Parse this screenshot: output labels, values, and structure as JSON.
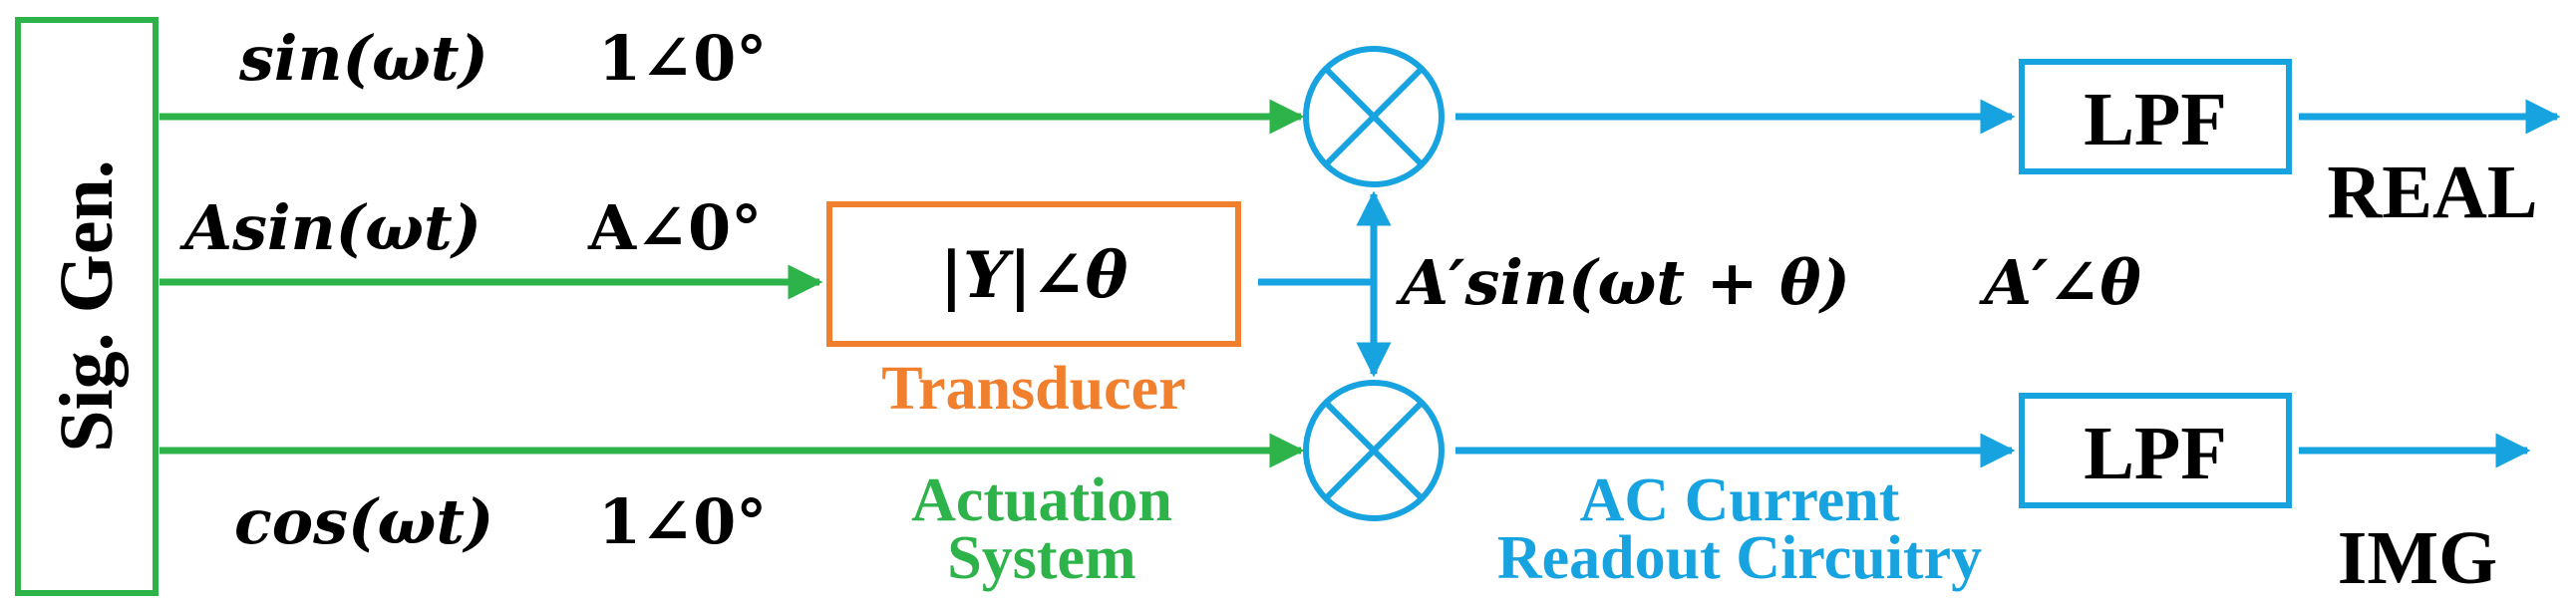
{
  "colors": {
    "green": "#2db34a",
    "blue": "#17a3df",
    "orange": "#f07f2e",
    "black": "#000000"
  },
  "blocks": {
    "sig_gen": "Sig. Gen.",
    "transducer": "|Y|∠θ",
    "lpf_top": "LPF",
    "lpf_bottom": "LPF"
  },
  "signals": {
    "top_time": "sin(ωt)",
    "top_phasor": "1∠0°",
    "mid_time": "Asin(ωt)",
    "mid_phasor": "A∠0°",
    "bottom_time": "cos(ωt)",
    "bottom_phasor": "1∠0°",
    "response_time": "A′sin(ωt + θ)",
    "response_phasor": "A′∠θ"
  },
  "captions": {
    "transducer": "Transducer",
    "actuation_line1": "Actuation",
    "actuation_line2": "System",
    "readout_line1": "AC Current",
    "readout_line2": "Readout Circuitry"
  },
  "outputs": {
    "real": "REAL",
    "img": "IMG"
  },
  "mixer_icon": "multiply-circle-icon"
}
